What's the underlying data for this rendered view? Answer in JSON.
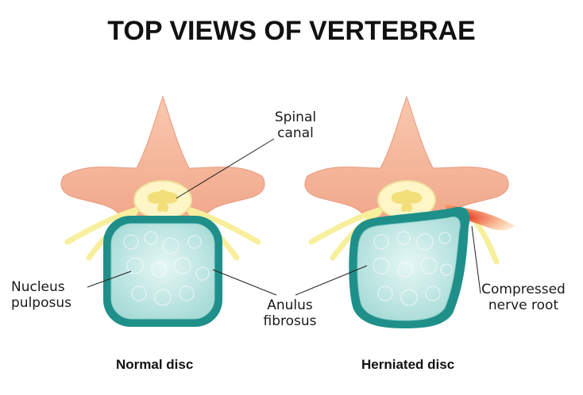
{
  "title": "TOP VIEWS OF VERTEBRAE",
  "labels": {
    "spinal_canal": [
      "Spinal",
      "canal"
    ],
    "nucleus_pulposus": [
      "Nucleus",
      "pulposus"
    ],
    "anulus_fibrosus": [
      "Anulus",
      "fibrosus"
    ],
    "compressed_nerve_root": [
      "Compressed",
      "nerve root"
    ]
  },
  "captions": {
    "normal": "Normal disc",
    "herniated": "Herniated disc"
  },
  "colors": {
    "bone": "#f5b89a",
    "bone_shade": "#e89a7c",
    "nerve": "#f7ef9c",
    "canal": "#fff6c8",
    "anulus": "#1f8f8a",
    "nucleus": "#bfe6e3",
    "compressed": "#e8352a"
  }
}
